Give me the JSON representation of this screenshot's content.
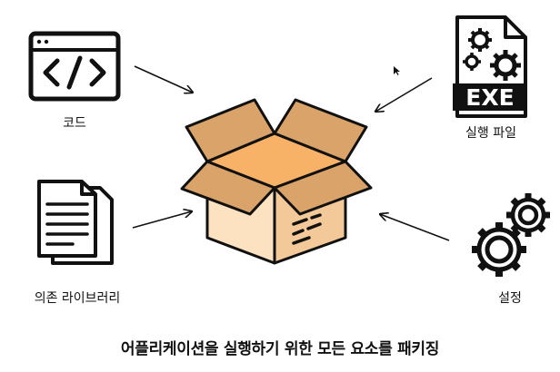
{
  "labels": {
    "code": "코드",
    "executable": "실행 파일",
    "dependencies": "의존 라이브러리",
    "settings": "설정"
  },
  "exe_icon_text": "EXE",
  "caption": "어플리케이션을 실행하기 위한 모든 요소를 패키징",
  "colors": {
    "box_lid_top": "#d9a36a",
    "box_inside": "#f7b267",
    "box_front": "#fde2c2",
    "box_side": "#f3c999",
    "outline": "#111111"
  },
  "icons": [
    "code-icon",
    "exe-file-icon",
    "document-icon",
    "gears-icon",
    "box-icon",
    "cursor-icon"
  ]
}
